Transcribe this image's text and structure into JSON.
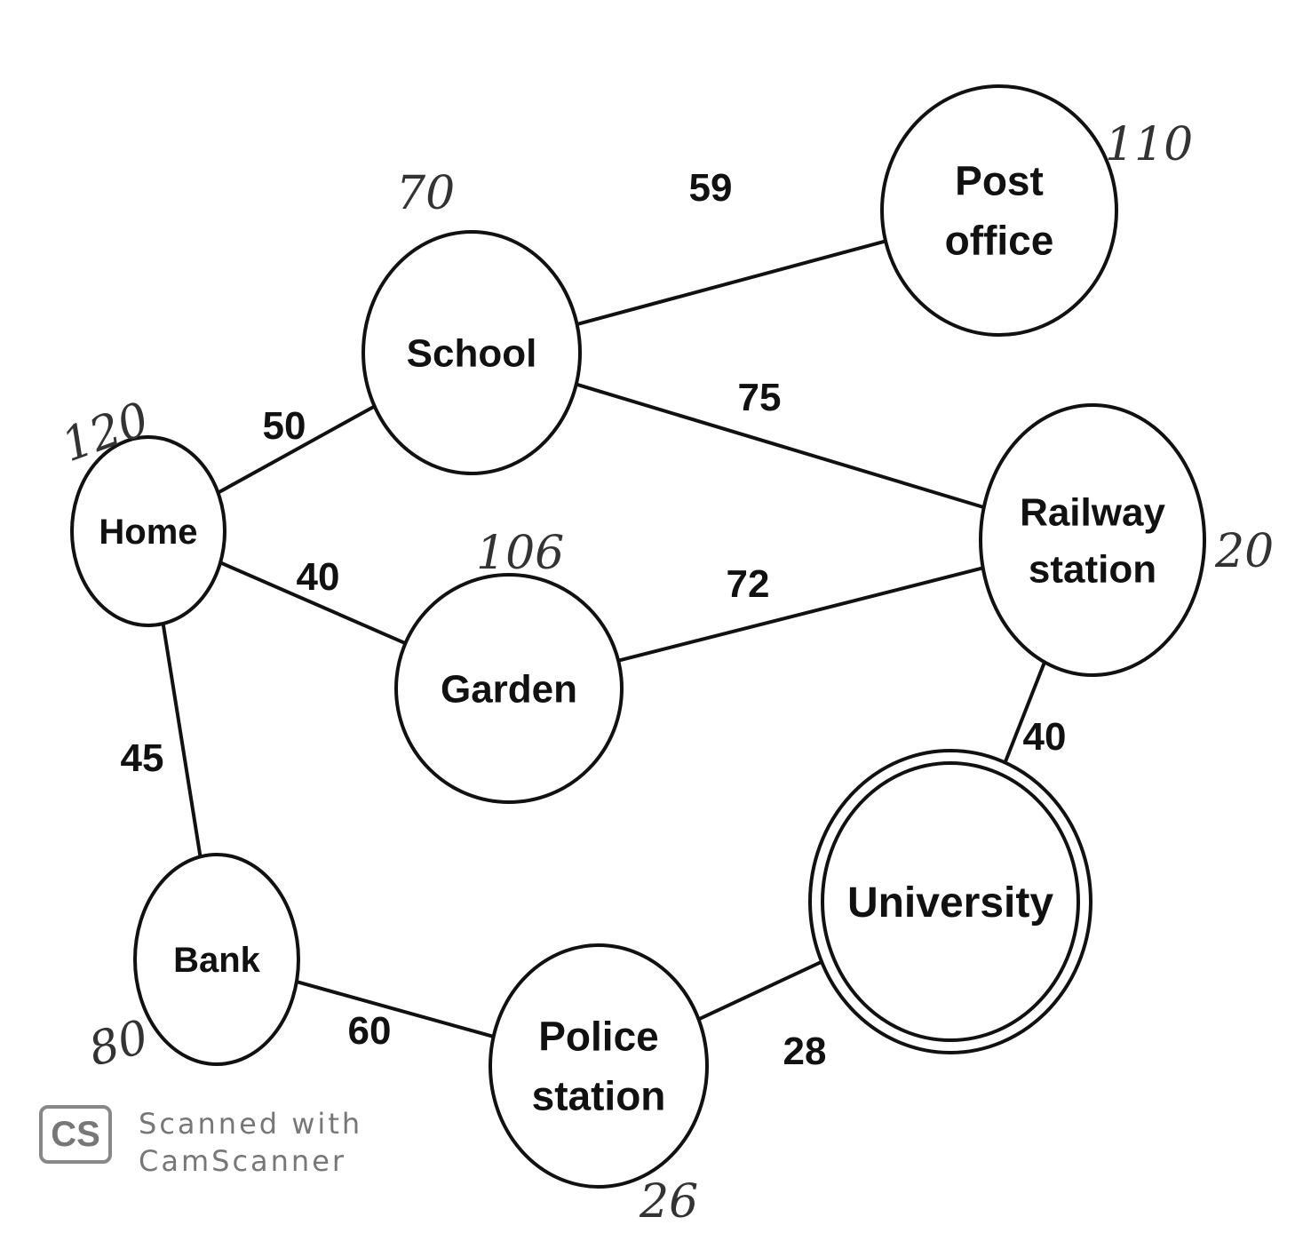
{
  "nodes": [
    {
      "id": "home",
      "label": [
        "Home"
      ],
      "heuristic": "120"
    },
    {
      "id": "school",
      "label": [
        "School"
      ],
      "heuristic": "70"
    },
    {
      "id": "post_office",
      "label": [
        "Post",
        "office"
      ],
      "heuristic": "110"
    },
    {
      "id": "garden",
      "label": [
        "Garden"
      ],
      "heuristic": "106"
    },
    {
      "id": "railway_station",
      "label": [
        "Railway",
        "station"
      ],
      "heuristic": "20"
    },
    {
      "id": "bank",
      "label": [
        "Bank"
      ],
      "heuristic": "80"
    },
    {
      "id": "police_station",
      "label": [
        "Police",
        "station"
      ],
      "heuristic": "26"
    },
    {
      "id": "university",
      "label": [
        "University"
      ],
      "heuristic": "",
      "goal": true
    }
  ],
  "edges": [
    {
      "from": "home",
      "to": "school",
      "weight": "50"
    },
    {
      "from": "home",
      "to": "garden",
      "weight": "40"
    },
    {
      "from": "home",
      "to": "bank",
      "weight": "45"
    },
    {
      "from": "school",
      "to": "post_office",
      "weight": "59"
    },
    {
      "from": "school",
      "to": "railway_station",
      "weight": "75"
    },
    {
      "from": "garden",
      "to": "railway_station",
      "weight": "72"
    },
    {
      "from": "railway_station",
      "to": "university",
      "weight": "40"
    },
    {
      "from": "bank",
      "to": "police_station",
      "weight": "60"
    },
    {
      "from": "police_station",
      "to": "university",
      "weight": "28"
    }
  ],
  "watermark": {
    "logo": "CS",
    "line1": "Scanned with",
    "line2": "CamScanner"
  }
}
